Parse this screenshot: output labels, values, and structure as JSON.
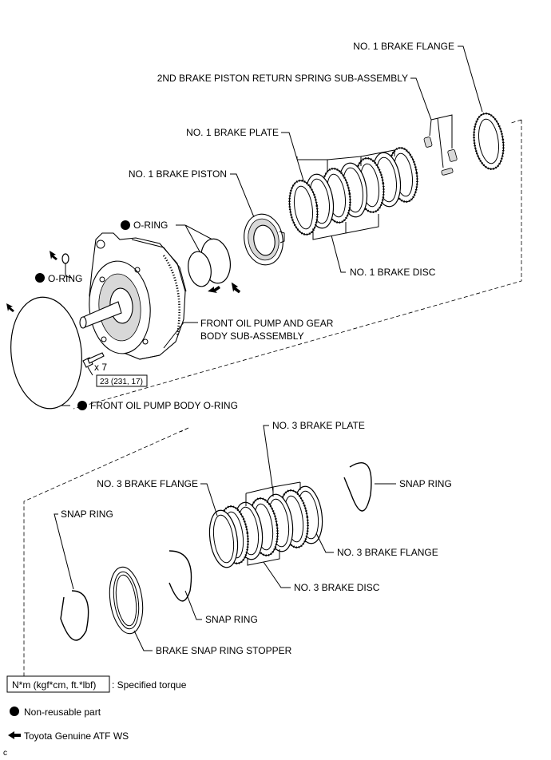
{
  "labels": {
    "no1_brake_flange": "NO. 1 BRAKE FLANGE",
    "second_brake_spring": "2ND BRAKE PISTON RETURN SPRING SUB-ASSEMBLY",
    "no1_brake_plate": "NO. 1 BRAKE PLATE",
    "no1_brake_piston": "NO. 1 BRAKE PISTON",
    "o_ring_upper": "O-RING",
    "o_ring_left": "O-RING",
    "no1_brake_disc": "NO. 1 BRAKE DISC",
    "front_oil_pump_line1": "FRONT OIL PUMP AND GEAR",
    "front_oil_pump_line2": "BODY SUB-ASSEMBLY",
    "bolt_qty": "x 7",
    "torque_value": "23 (231, 17)",
    "front_oil_pump_o_ring": "FRONT OIL PUMP BODY O-RING",
    "no3_brake_plate": "NO. 3 BRAKE PLATE",
    "snap_ring_right": "SNAP RING",
    "no3_brake_flange_left": "NO. 3 BRAKE FLANGE",
    "snap_ring_left": "SNAP RING",
    "no3_brake_flange_right": "NO. 3 BRAKE FLANGE",
    "no3_brake_disc": "NO. 3 BRAKE DISC",
    "snap_ring_mid": "SNAP RING",
    "brake_snap_ring_stopper": "BRAKE SNAP RING STOPPER"
  },
  "legend": {
    "torque_box": "N*m (kgf*cm, ft.*lbf)",
    "torque_desc": ": Specified torque",
    "non_reusable": "Non-reusable part",
    "atf": "Toyota Genuine ATF WS"
  },
  "footer_code": "c"
}
